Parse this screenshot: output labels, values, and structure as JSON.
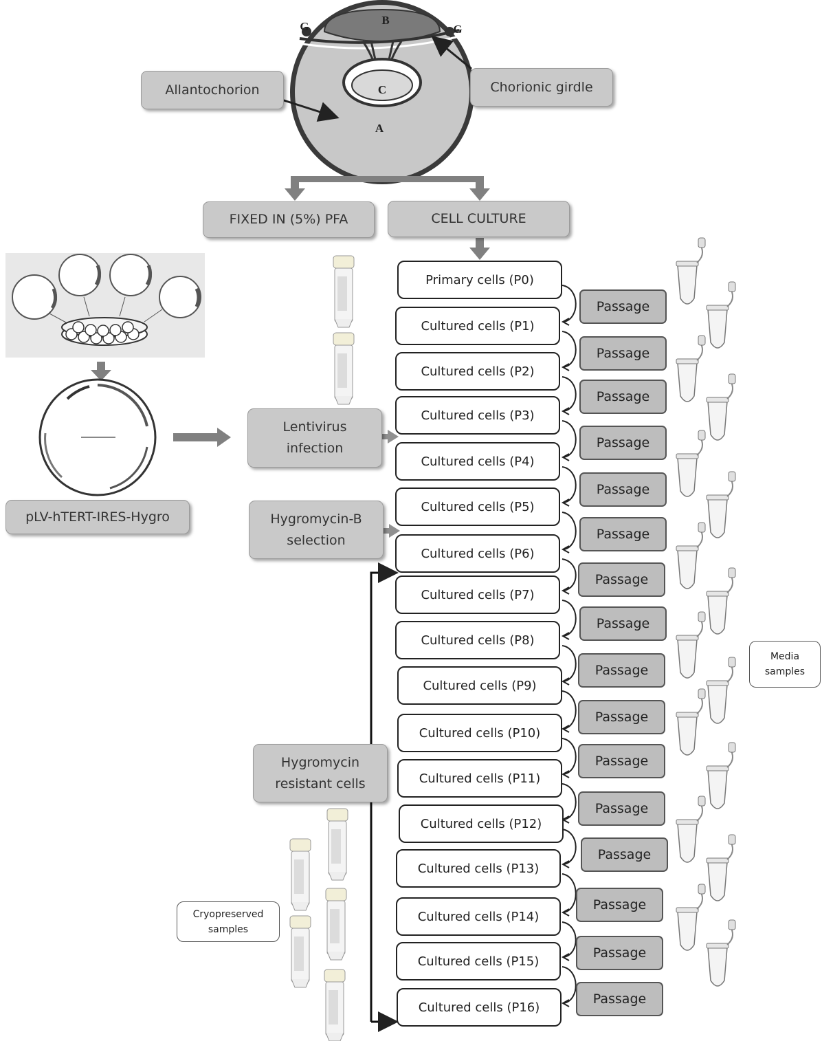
{
  "placenta": {
    "labels": {
      "b": "B",
      "c": "C",
      "a": "A",
      "g_left": "G",
      "g_right": "G"
    },
    "allantochorion": "Allantochorion",
    "chorionic_girdle": "Chorionic girdle"
  },
  "branches": {
    "fixed": "FIXED IN (5%) PFA",
    "culture": "CELL CULTURE"
  },
  "vector": {
    "label": "pLV-hTERT-IRES-Hygro"
  },
  "steps": {
    "lentivirus": [
      "Lentivirus",
      "infection"
    ],
    "hygromycin_b": [
      "Hygromycin-B",
      "selection"
    ],
    "resistant": [
      "Hygromycin",
      "resistant cells"
    ]
  },
  "cells": [
    "Primary cells (P0)",
    "Cultured cells (P1)",
    "Cultured cells (P2)",
    "Cultured cells (P3)",
    "Cultured cells (P4)",
    "Cultured cells (P5)",
    "Cultured cells (P6)",
    "Cultured cells (P7)",
    "Cultured cells (P8)",
    "Cultured cells (P9)",
    "Cultured cells (P10)",
    "Cultured cells (P11)",
    "Cultured cells (P12)",
    "Cultured cells (P13)",
    "Cultured cells (P14)",
    "Cultured cells (P15)",
    "Cultured cells (P16)"
  ],
  "passage_label": "Passage",
  "media_samples": [
    "Media",
    "samples"
  ],
  "cryo_samples": [
    "Cryopreserved",
    "samples"
  ],
  "colors": {
    "box_gray": "#c9c9c9",
    "arrow_gray": "#808080",
    "placenta_fill": "#c8c8c8",
    "border_dark": "#222222"
  }
}
